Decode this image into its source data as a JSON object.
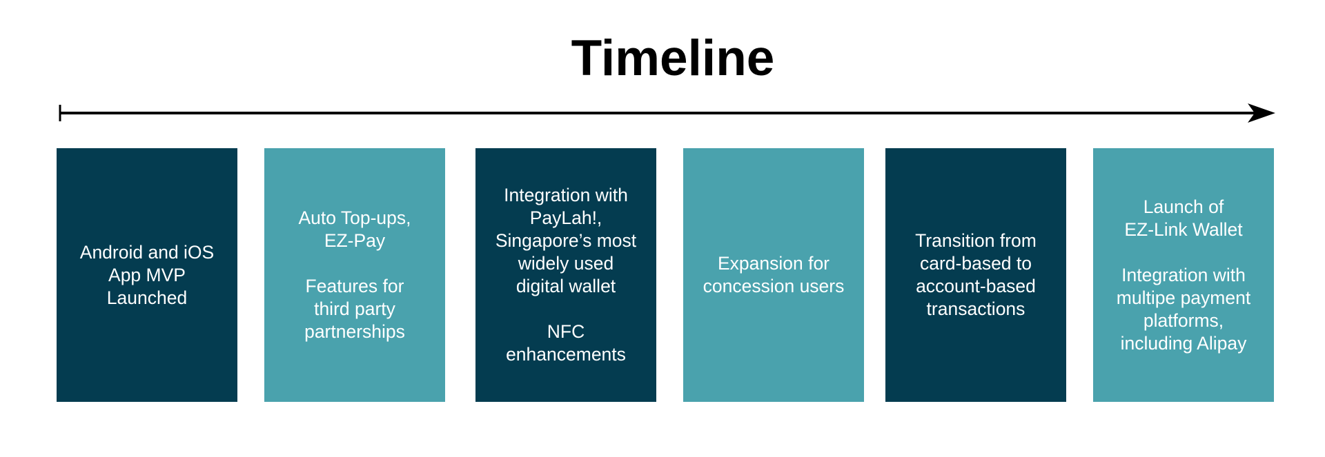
{
  "title": "Timeline",
  "colors": {
    "dark": "#043c50",
    "light": "#4aa2ad",
    "arrow": "#000000"
  },
  "milestones": [
    {
      "text": "Android and iOS\nApp MVP\nLaunched",
      "tone": "dark"
    },
    {
      "text": "Auto Top-ups,\nEZ-Pay\n\nFeatures for\nthird party\npartnerships",
      "tone": "light"
    },
    {
      "text": "Integration with\nPayLah!,\nSingapore’s most\nwidely used\ndigital wallet\n\nNFC\nenhancements",
      "tone": "dark"
    },
    {
      "text": "Expansion for\nconcession users",
      "tone": "light"
    },
    {
      "text": "Transition from\ncard-based to\naccount-based\ntransactions",
      "tone": "dark"
    },
    {
      "text": "Launch of\nEZ-Link Wallet\n\nIntegration with\nmultipe payment\nplatforms,\nincluding Alipay",
      "tone": "light"
    }
  ]
}
